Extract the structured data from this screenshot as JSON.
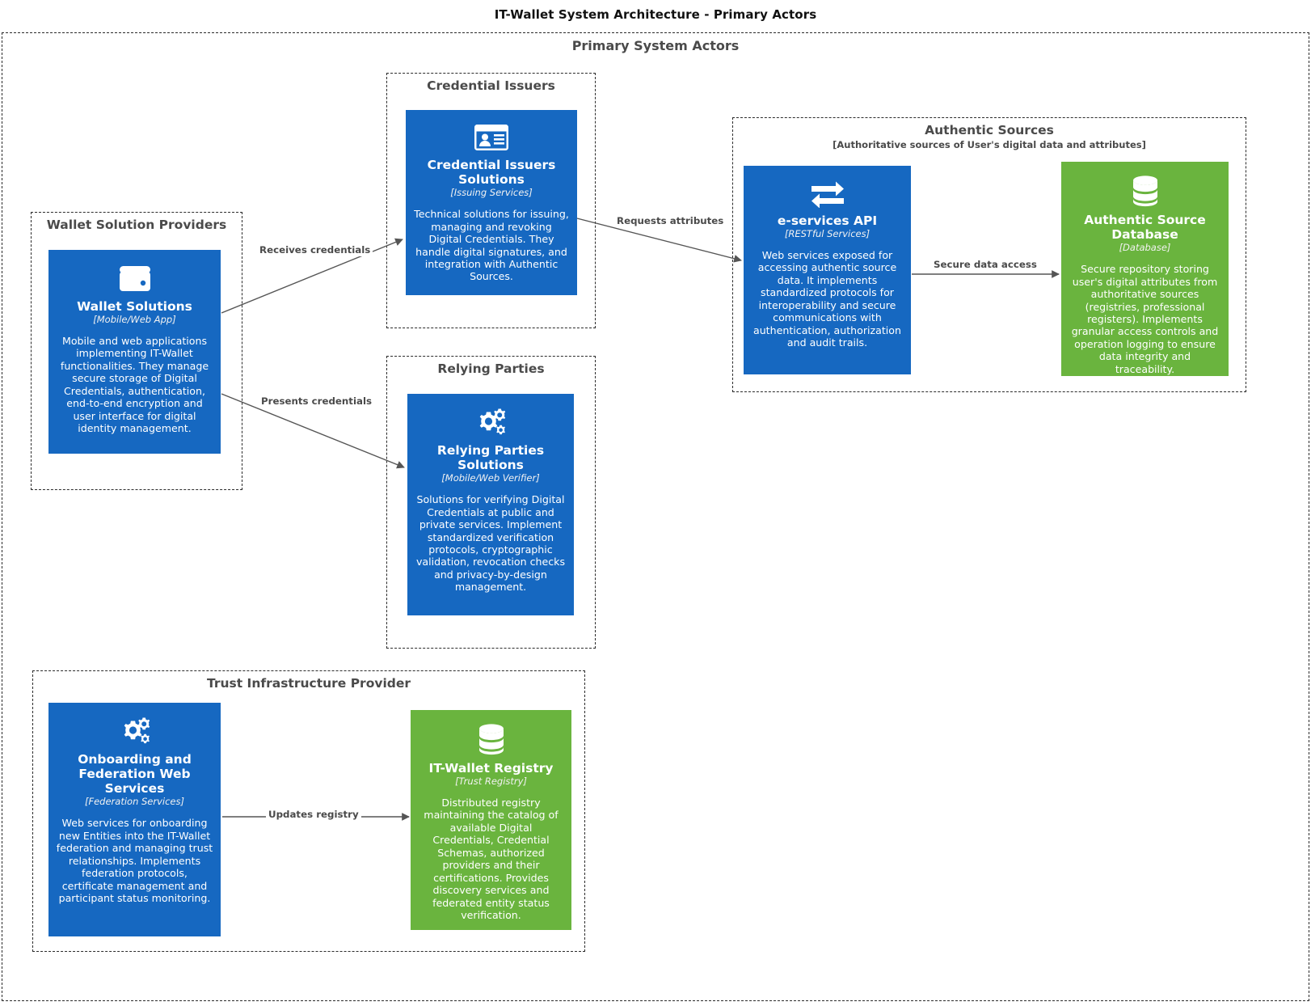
{
  "diagram": {
    "title": "IT-Wallet System Architecture - Primary Actors"
  },
  "groups": {
    "primary": {
      "title": "Primary System Actors"
    },
    "wallet_providers": {
      "title": "Wallet Solution Providers"
    },
    "credential_issuers": {
      "title": "Credential Issuers"
    },
    "relying_parties": {
      "title": "Relying Parties"
    },
    "authentic_sources": {
      "title": "Authentic Sources",
      "subtitle": "[Authoritative sources of User's digital data and attributes]"
    },
    "trust_infrastructure": {
      "title": "Trust Infrastructure Provider"
    }
  },
  "nodes": {
    "wallet_solutions": {
      "title": "Wallet Solutions",
      "stereotype": "[Mobile/Web App]",
      "description": "Mobile and web applications implementing IT-Wallet functionalities. They manage secure storage of Digital Credentials, authentication, end-to-end encryption and user interface for digital identity management.",
      "icon": "wallet-icon",
      "color": "#1668c1"
    },
    "credential_issuers_solutions": {
      "title": "Credential Issuers Solutions",
      "stereotype": "[Issuing Services]",
      "description": "Technical solutions for issuing, managing and revoking Digital Credentials. They handle digital signatures, and integration with Authentic Sources.",
      "icon": "id-card-icon",
      "color": "#1668c1"
    },
    "relying_parties_solutions": {
      "title": "Relying Parties Solutions",
      "stereotype": "[Mobile/Web Verifier]",
      "description": "Solutions for verifying Digital Credentials at public and private services. Implement standardized verification protocols, cryptographic validation, revocation checks and privacy-by-design management.",
      "icon": "gears-icon",
      "color": "#1668c1"
    },
    "eservices_api": {
      "title": "e-services API",
      "stereotype": "[RESTful Services]",
      "description": "Web services exposed for accessing authentic source data. It implements standardized protocols for interoperability and secure communications with authentication, authorization and audit trails.",
      "icon": "exchange-arrows-icon",
      "color": "#1668c1"
    },
    "authentic_source_database": {
      "title": "Authentic Source Database",
      "stereotype": "[Database]",
      "description": "Secure repository storing user's digital attributes from authoritative sources (registries, professional registers). Implements granular access controls and operation logging to ensure data integrity and traceability.",
      "icon": "database-icon",
      "color": "#6ab43e"
    },
    "onboarding_federation": {
      "title": "Onboarding and Federation Web Services",
      "stereotype": "[Federation Services]",
      "description": "Web services for onboarding new Entities into the IT-Wallet federation and managing trust relationships. Implements federation protocols, certificate management and participant status monitoring.",
      "icon": "gears-icon",
      "color": "#1668c1"
    },
    "itwallet_registry": {
      "title": "IT-Wallet Registry",
      "stereotype": "[Trust Registry]",
      "description": "Distributed registry maintaining the catalog of available Digital Credentials, Credential Schemas, authorized providers and their certifications. Provides discovery services and federated entity status verification.",
      "icon": "database-icon",
      "color": "#6ab43e"
    }
  },
  "edges": [
    {
      "id": "receives_credentials",
      "label": "Receives credentials",
      "from": "wallet_solutions",
      "to": "credential_issuers_solutions"
    },
    {
      "id": "presents_credentials",
      "label": "Presents credentials",
      "from": "wallet_solutions",
      "to": "relying_parties_solutions"
    },
    {
      "id": "requests_attributes",
      "label": "Requests attributes",
      "from": "credential_issuers_solutions",
      "to": "eservices_api"
    },
    {
      "id": "secure_data_access",
      "label": "Secure data access",
      "from": "eservices_api",
      "to": "authentic_source_database"
    },
    {
      "id": "updates_registry",
      "label": "Updates registry",
      "from": "onboarding_federation",
      "to": "itwallet_registry"
    }
  ],
  "colors": {
    "blue": "#1668c1",
    "green": "#6ab43e",
    "group_border": "#2b2b2b",
    "group_text": "#4a4a4a",
    "edge_line": "#555555"
  }
}
